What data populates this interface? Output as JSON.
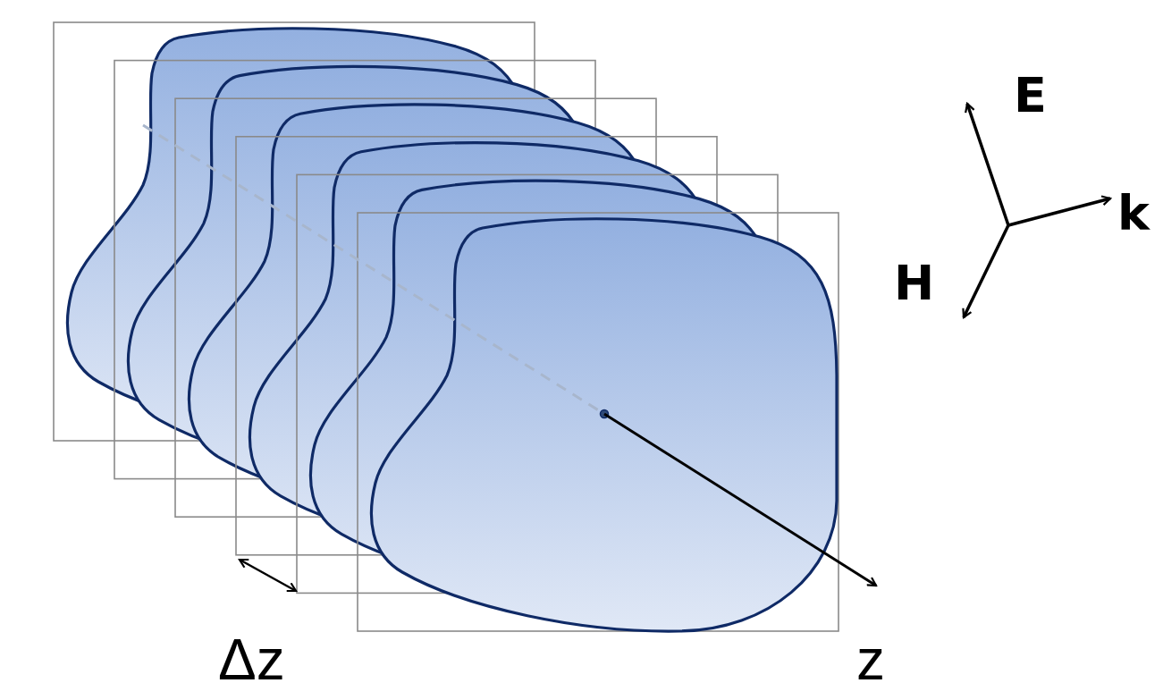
{
  "diagram": {
    "labels": [
      "E",
      "H",
      "k",
      "Δz",
      "z"
    ]
  }
}
